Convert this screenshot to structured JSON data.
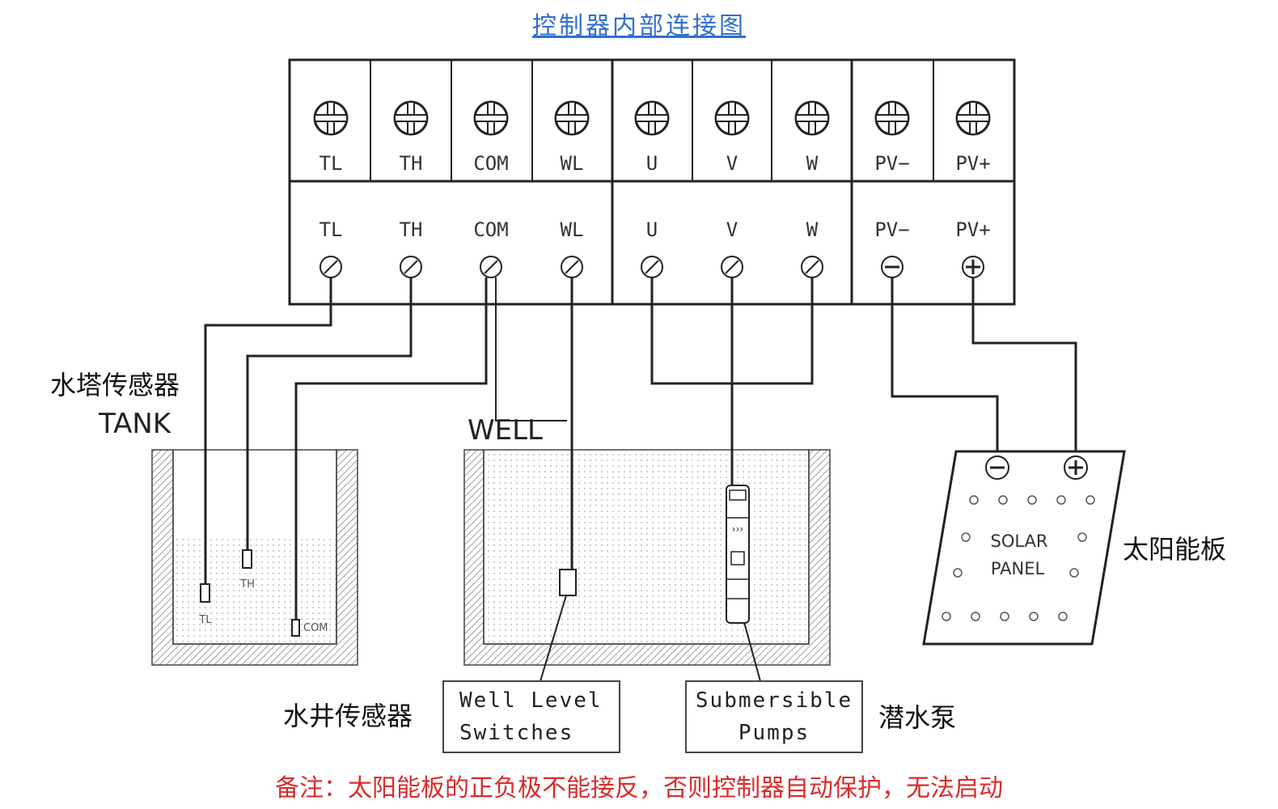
{
  "title": "控制器内部连接图",
  "terminals": [
    {
      "id": "tl",
      "label": "TL"
    },
    {
      "id": "th",
      "label": "TH"
    },
    {
      "id": "com",
      "label": "COM"
    },
    {
      "id": "wl",
      "label": "WL"
    },
    {
      "id": "u",
      "label": "U"
    },
    {
      "id": "v",
      "label": "V"
    },
    {
      "id": "w",
      "label": "W"
    },
    {
      "id": "pvm",
      "label": "PV−"
    },
    {
      "id": "pvp",
      "label": "PV+"
    }
  ],
  "tank": {
    "cn_label": "水塔传感器",
    "en_label": "TANK",
    "sensors": [
      "TL",
      "TH",
      "COM"
    ]
  },
  "well": {
    "en_label": "WELL",
    "sensor_cn_label": "水井传感器",
    "switch_box": [
      "Well Level",
      "Switches"
    ],
    "pump_box": [
      "Submersible",
      "Pumps"
    ],
    "pump_cn_label": "潜水泵"
  },
  "solar": {
    "cn_label": "太阳能板",
    "panel_text": [
      "SOLAR",
      "PANEL"
    ]
  },
  "note": "备注：太阳能板的正负极不能接反，否则控制器自动保护，无法启动"
}
